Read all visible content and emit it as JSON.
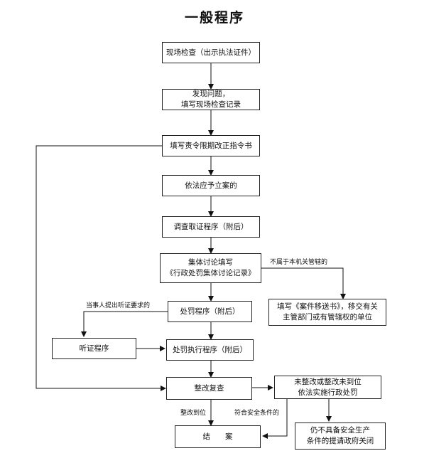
{
  "title": "一般程序",
  "nodes": {
    "onsite_check": "现场检查（出示执法证件）",
    "find_problem": "发现问题，\n填写现场检查记录",
    "rectify_order": "填写责令限期改正指令书",
    "file_case": "依法应予立案的",
    "investigate": "调查取证程序（附后）",
    "collective_discussion": "集体讨论填写\n《行政处罚集体讨论记录》",
    "transfer_case": "填写《案件移送书》，移交有关\n主管部门或有管辖权的单位",
    "penalty_procedure": "处罚程序（附后）",
    "hearing_procedure": "听证程序",
    "penalty_execution": "处罚执行程序（附后）",
    "rectify_review": "整改复查",
    "not_rectified": "未整改或整改未到位\n依法实施行政处罚",
    "close_case": "结　　案",
    "no_safety_conditions": "仍不具备安全生产\n条件的提请政府关闭"
  },
  "edge_labels": {
    "not_jurisdiction": "不属于本机关管辖的",
    "hearing_request": "当事人提出听证要求的",
    "rectified": "整改到位",
    "meets_safety": "符合安全条件的"
  }
}
